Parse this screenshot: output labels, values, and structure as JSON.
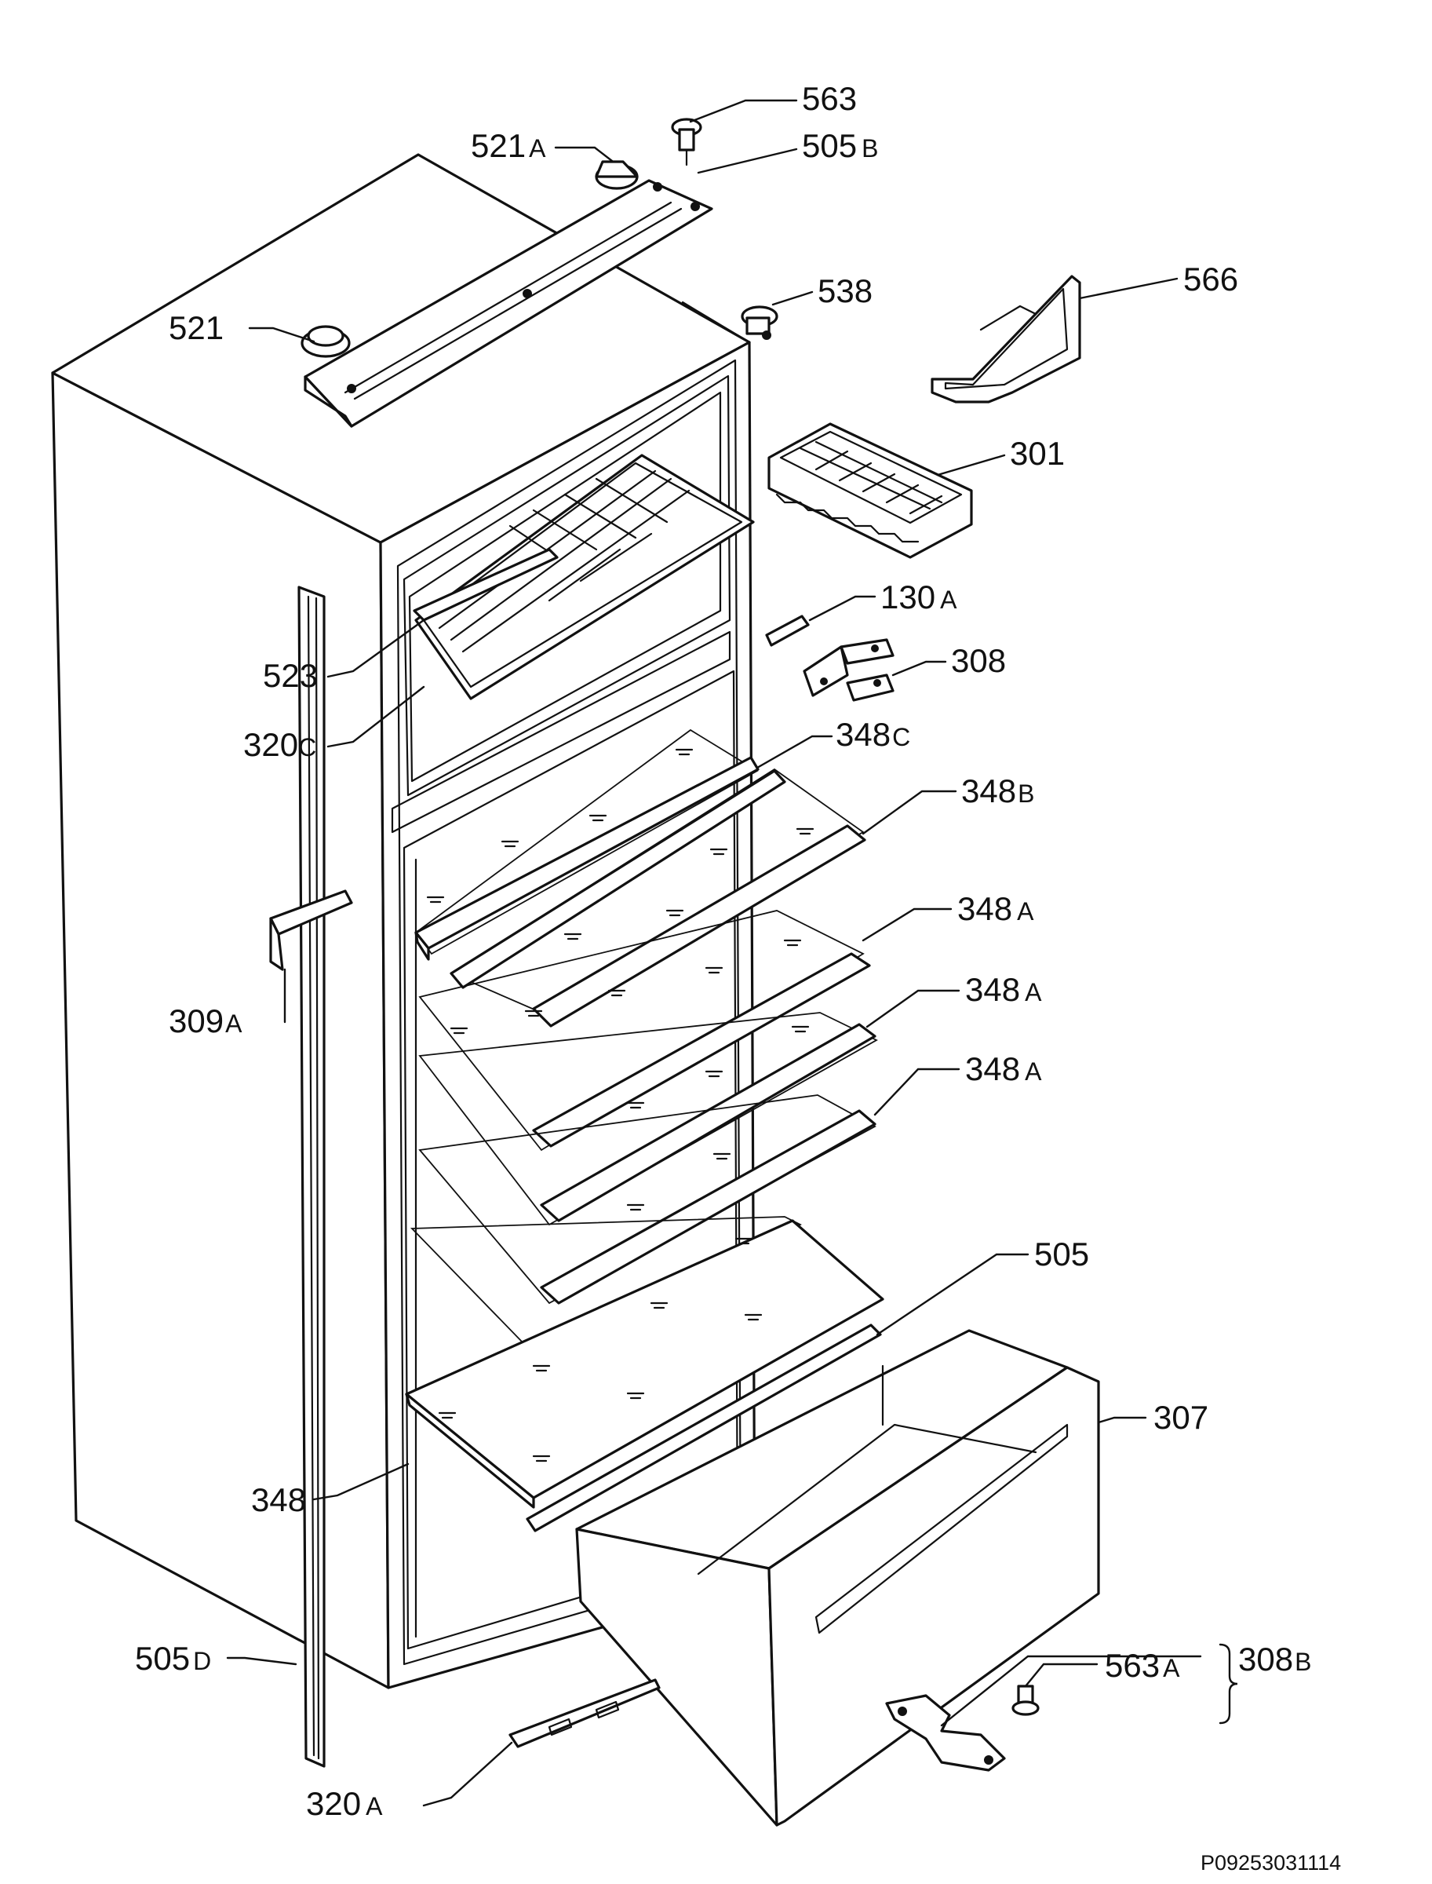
{
  "parts": [
    {
      "id": "563",
      "num": "563",
      "suffix": ""
    },
    {
      "id": "521a",
      "num": "521",
      "suffix": "A"
    },
    {
      "id": "505b",
      "num": "505",
      "suffix": "B"
    },
    {
      "id": "538",
      "num": "538",
      "suffix": ""
    },
    {
      "id": "566",
      "num": "566",
      "suffix": ""
    },
    {
      "id": "521",
      "num": "521",
      "suffix": ""
    },
    {
      "id": "301",
      "num": "301",
      "suffix": ""
    },
    {
      "id": "130a",
      "num": "130",
      "suffix": "A"
    },
    {
      "id": "308",
      "num": "308",
      "suffix": ""
    },
    {
      "id": "523",
      "num": "523",
      "suffix": ""
    },
    {
      "id": "320c",
      "num": "320",
      "suffix": "C"
    },
    {
      "id": "348c",
      "num": "348",
      "suffix": "C"
    },
    {
      "id": "348b",
      "num": "348",
      "suffix": "B"
    },
    {
      "id": "348a-1",
      "num": "348",
      "suffix": "A"
    },
    {
      "id": "309a",
      "num": "309",
      "suffix": "A"
    },
    {
      "id": "348a-2",
      "num": "348",
      "suffix": "A"
    },
    {
      "id": "348a-3",
      "num": "348",
      "suffix": "A"
    },
    {
      "id": "505",
      "num": "505",
      "suffix": ""
    },
    {
      "id": "307",
      "num": "307",
      "suffix": ""
    },
    {
      "id": "348",
      "num": "348",
      "suffix": ""
    },
    {
      "id": "505d",
      "num": "505",
      "suffix": "D"
    },
    {
      "id": "563a",
      "num": "563",
      "suffix": "A"
    },
    {
      "id": "308b",
      "num": "308",
      "suffix": "B"
    },
    {
      "id": "320a",
      "num": "320",
      "suffix": "A"
    }
  ],
  "drawing_code": "P09253031114"
}
